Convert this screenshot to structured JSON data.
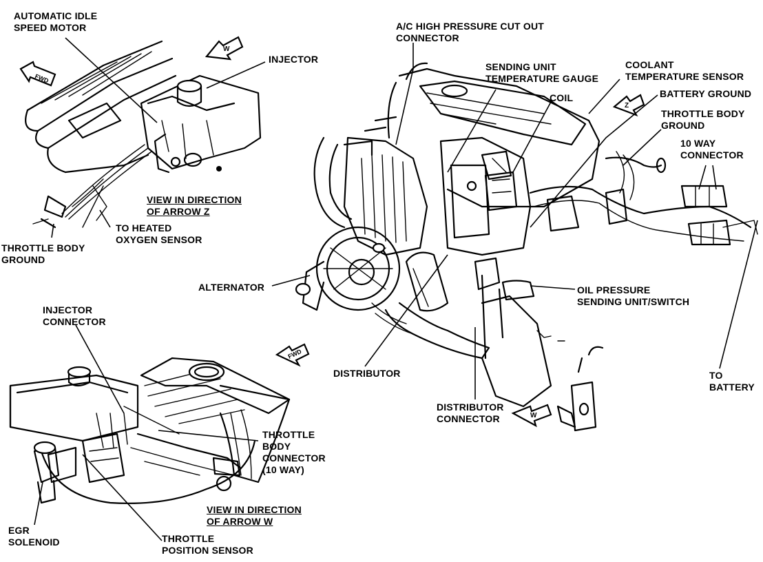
{
  "labels": {
    "automatic_idle_speed_motor": [
      "AUTOMATIC IDLE",
      "SPEED MOTOR"
    ],
    "injector_top": [
      "INJECTOR"
    ],
    "view_arrow_z": [
      "VIEW IN DIRECTION",
      "OF ARROW Z"
    ],
    "to_heated_oxygen_sensor": [
      "TO HEATED",
      "OXYGEN SENSOR"
    ],
    "throttle_body_ground_left": [
      "THROTTLE BODY",
      "GROUND"
    ],
    "ac_high_pressure": [
      "A/C HIGH PRESSURE CUT OUT",
      "CONNECTOR"
    ],
    "sending_unit_temp_gauge": [
      "SENDING UNIT",
      "TEMPERATURE GAUGE"
    ],
    "coolant_temp_sensor": [
      "COOLANT",
      "TEMPERATURE SENSOR"
    ],
    "coil": [
      "COIL"
    ],
    "battery_ground": [
      "BATTERY GROUND"
    ],
    "throttle_body_ground_right": [
      "THROTTLE BODY",
      "GROUND"
    ],
    "ten_way_connector": [
      "10 WAY",
      "CONNECTOR"
    ],
    "alternator": [
      "ALTERNATOR"
    ],
    "oil_pressure": [
      "OIL PRESSURE",
      "SENDING UNIT/SWITCH"
    ],
    "injector_connector": [
      "INJECTOR",
      "CONNECTOR"
    ],
    "distributor": [
      "DISTRIBUTOR"
    ],
    "distributor_connector": [
      "DISTRIBUTOR",
      "CONNECTOR"
    ],
    "to_battery": [
      "TO",
      "BATTERY"
    ],
    "throttle_body_connector": [
      "THROTTLE",
      "BODY",
      "CONNECTOR",
      "(10 WAY)"
    ],
    "view_arrow_w": [
      "VIEW IN DIRECTION",
      "OF ARROW W"
    ],
    "egr_solenoid": [
      "EGR",
      "SOLENOID"
    ],
    "throttle_position_sensor": [
      "THROTTLE",
      "POSITION SENSOR"
    ]
  },
  "arrows": {
    "fwd": "FWD",
    "w": "W",
    "z": "Z"
  },
  "colors": {
    "ink": "#000000",
    "paper": "#ffffff"
  }
}
